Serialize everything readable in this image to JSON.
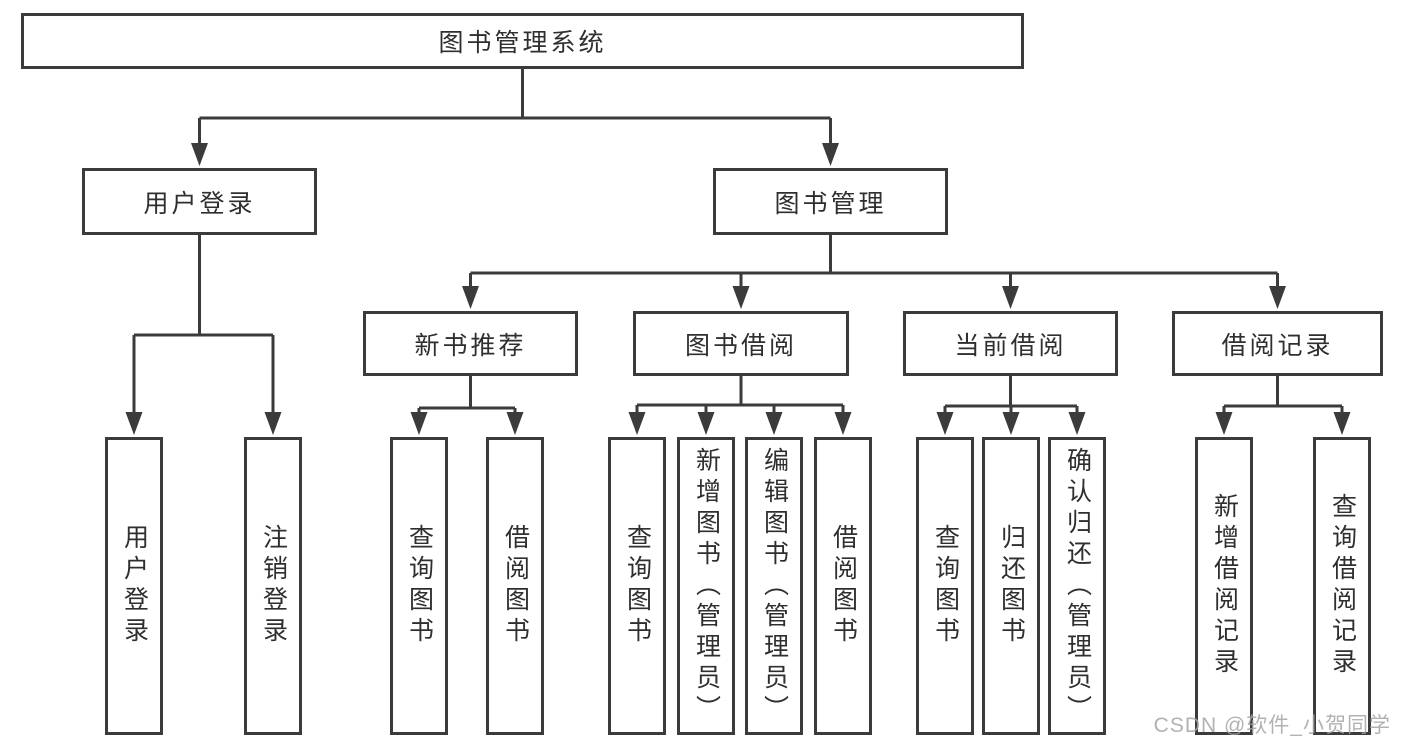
{
  "colors": {
    "line": "#3b3b3b",
    "box_border": "#3b3b3b",
    "text": "#2f2f2f",
    "background": "#ffffff",
    "watermark": "#a5a5a5"
  },
  "tree": {
    "label": "图书管理系统",
    "children": [
      {
        "label": "用户登录",
        "children": [
          {
            "label": "用户登录"
          },
          {
            "label": "注销登录"
          }
        ]
      },
      {
        "label": "图书管理",
        "children": [
          {
            "label": "新书推荐",
            "children": [
              {
                "label": "查询图书"
              },
              {
                "label": "借阅图书"
              }
            ]
          },
          {
            "label": "图书借阅",
            "children": [
              {
                "label": "查询图书"
              },
              {
                "label": "新增图书（管理员）"
              },
              {
                "label": "编辑图书（管理员）"
              },
              {
                "label": "借阅图书"
              }
            ]
          },
          {
            "label": "当前借阅",
            "children": [
              {
                "label": "查询图书"
              },
              {
                "label": "归还图书"
              },
              {
                "label": "确认归还（管理员）"
              }
            ]
          },
          {
            "label": "借阅记录",
            "children": [
              {
                "label": "新增借阅记录"
              },
              {
                "label": "查询借阅记录"
              }
            ]
          }
        ]
      }
    ]
  },
  "watermark": {
    "text": "CSDN @软件_小贺同学"
  }
}
